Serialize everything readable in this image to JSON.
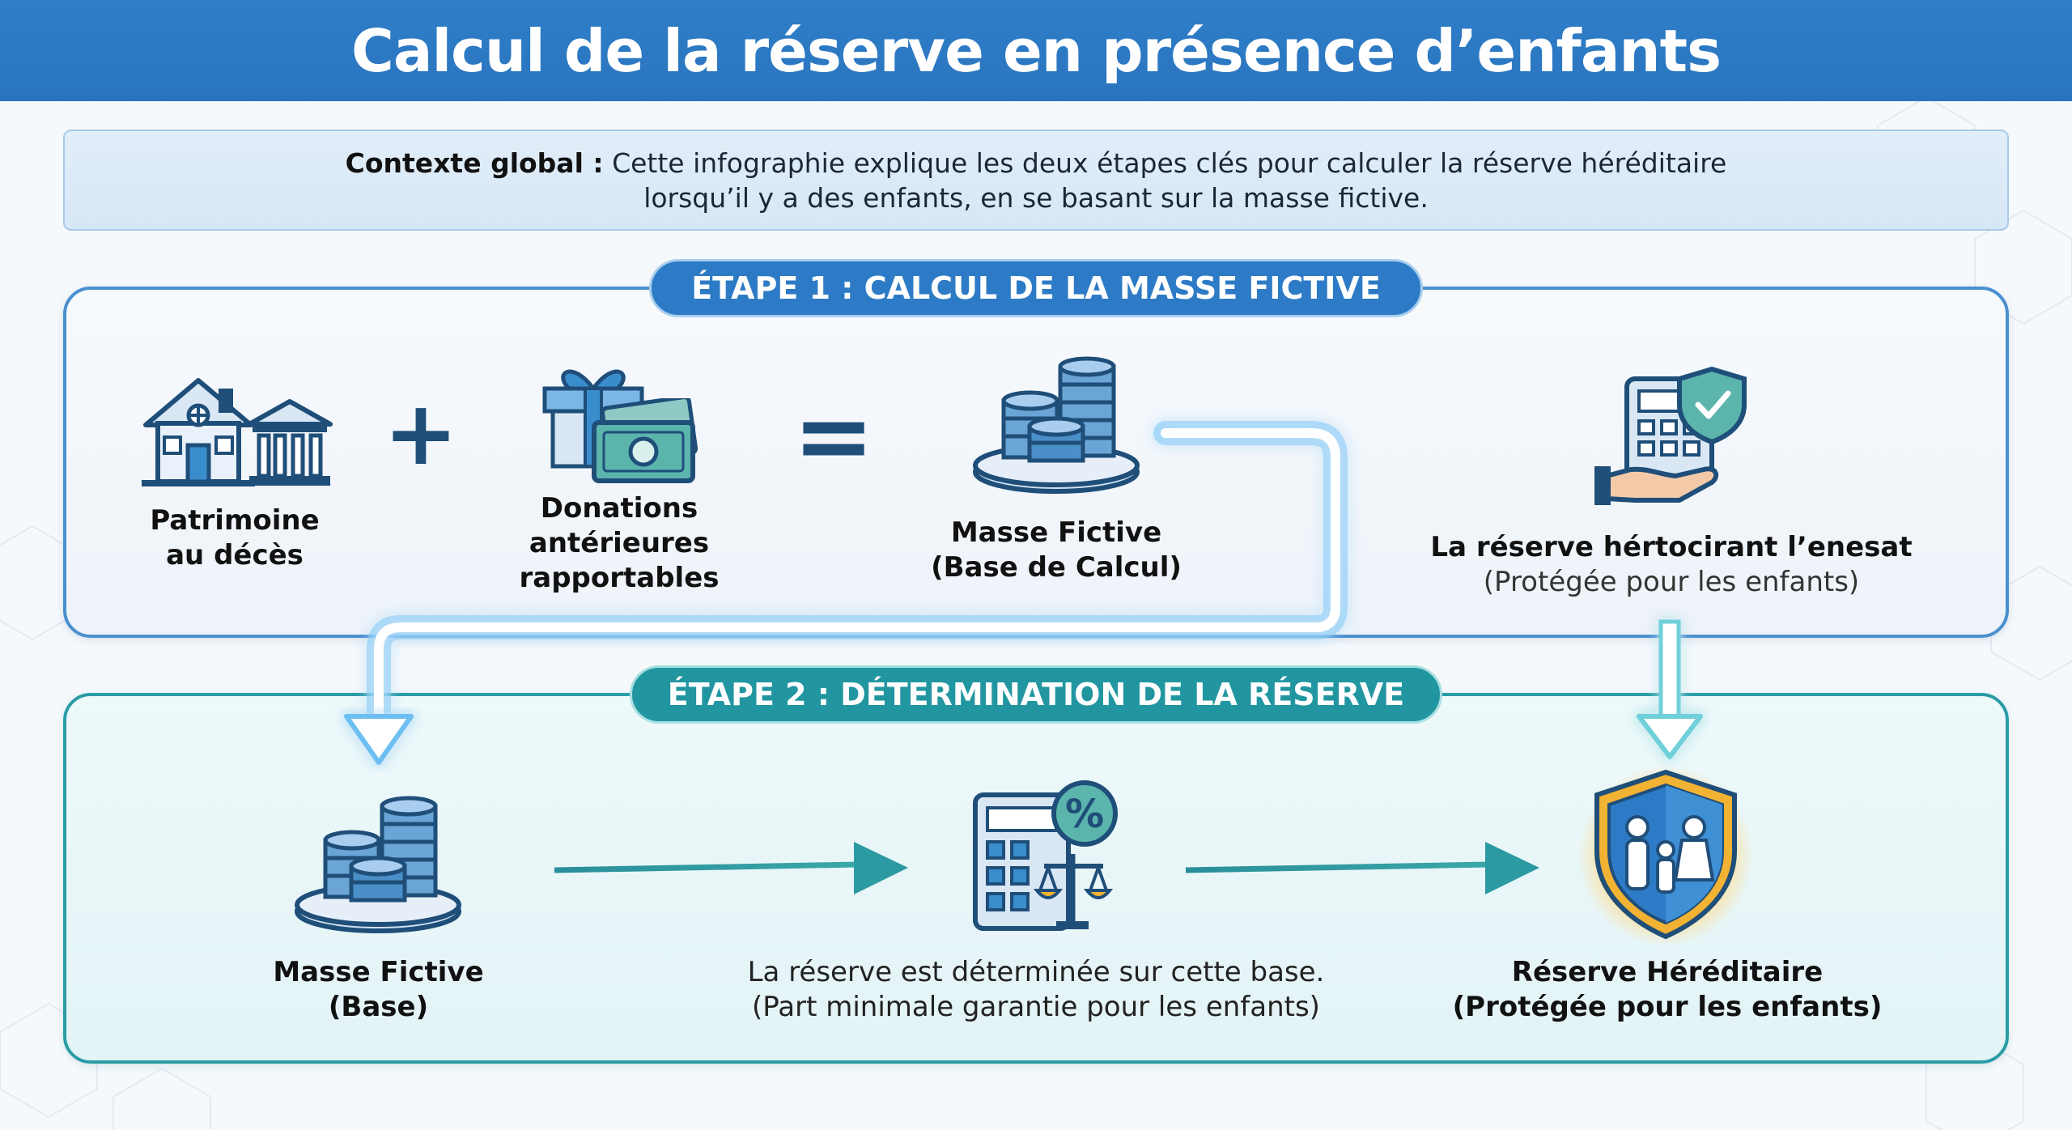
{
  "header": {
    "title": "Calcul de la réserve en présence d’enfants"
  },
  "context": {
    "lead": "Contexte global :",
    "line1": "Cette infographie explique les deux étapes clés pour calculer la réserve héréditaire",
    "line2": "lorsqu’il y a des enfants, en se basant sur la masse fictive."
  },
  "step1": {
    "title": "ÉTAPE 1 : CALCUL DE LA MASSE FICTIVE",
    "items": [
      {
        "line1": "Patrimoine",
        "line2": "au décès"
      },
      {
        "line1": "Donations",
        "line2": "antérieures",
        "line3": "rapportables"
      },
      {
        "line1": "Masse Fictive",
        "line2": "(Base de Calcul)"
      },
      {
        "line1": "La réserve hértocirant l’enesat",
        "line2": "(Protégée pour les enfants)"
      }
    ],
    "operators": {
      "plus": "+",
      "equals": "="
    }
  },
  "step2": {
    "title": "ÉTAPE 2 : DÉTERMINATION DE LA RÉSERVE",
    "items": [
      {
        "line1": "Masse Fictive",
        "line2": "(Base)"
      },
      {
        "line1": "La réserve est déterminée sur cette base.",
        "line2": "(Part minimale garantie pour les enfants)"
      },
      {
        "line1": "Réserve Héréditaire",
        "line2": "(Protégée pour les enfants)"
      }
    ]
  },
  "colors": {
    "header": "#2f7ec8",
    "step1_accent": "#2d7bc6",
    "step2_accent": "#2196a0",
    "icon_dark": "#1f4e79",
    "icon_teal": "#3a9aa0",
    "flow_glow": "#5bb8f0",
    "shield_gold": "#f2b233"
  },
  "icons": [
    "house-icon",
    "bank-icon",
    "gift-icon",
    "cash-icon",
    "coins-icon",
    "calculator-hand-shield-icon",
    "calculator-scale-percent-icon",
    "family-shield-icon"
  ]
}
